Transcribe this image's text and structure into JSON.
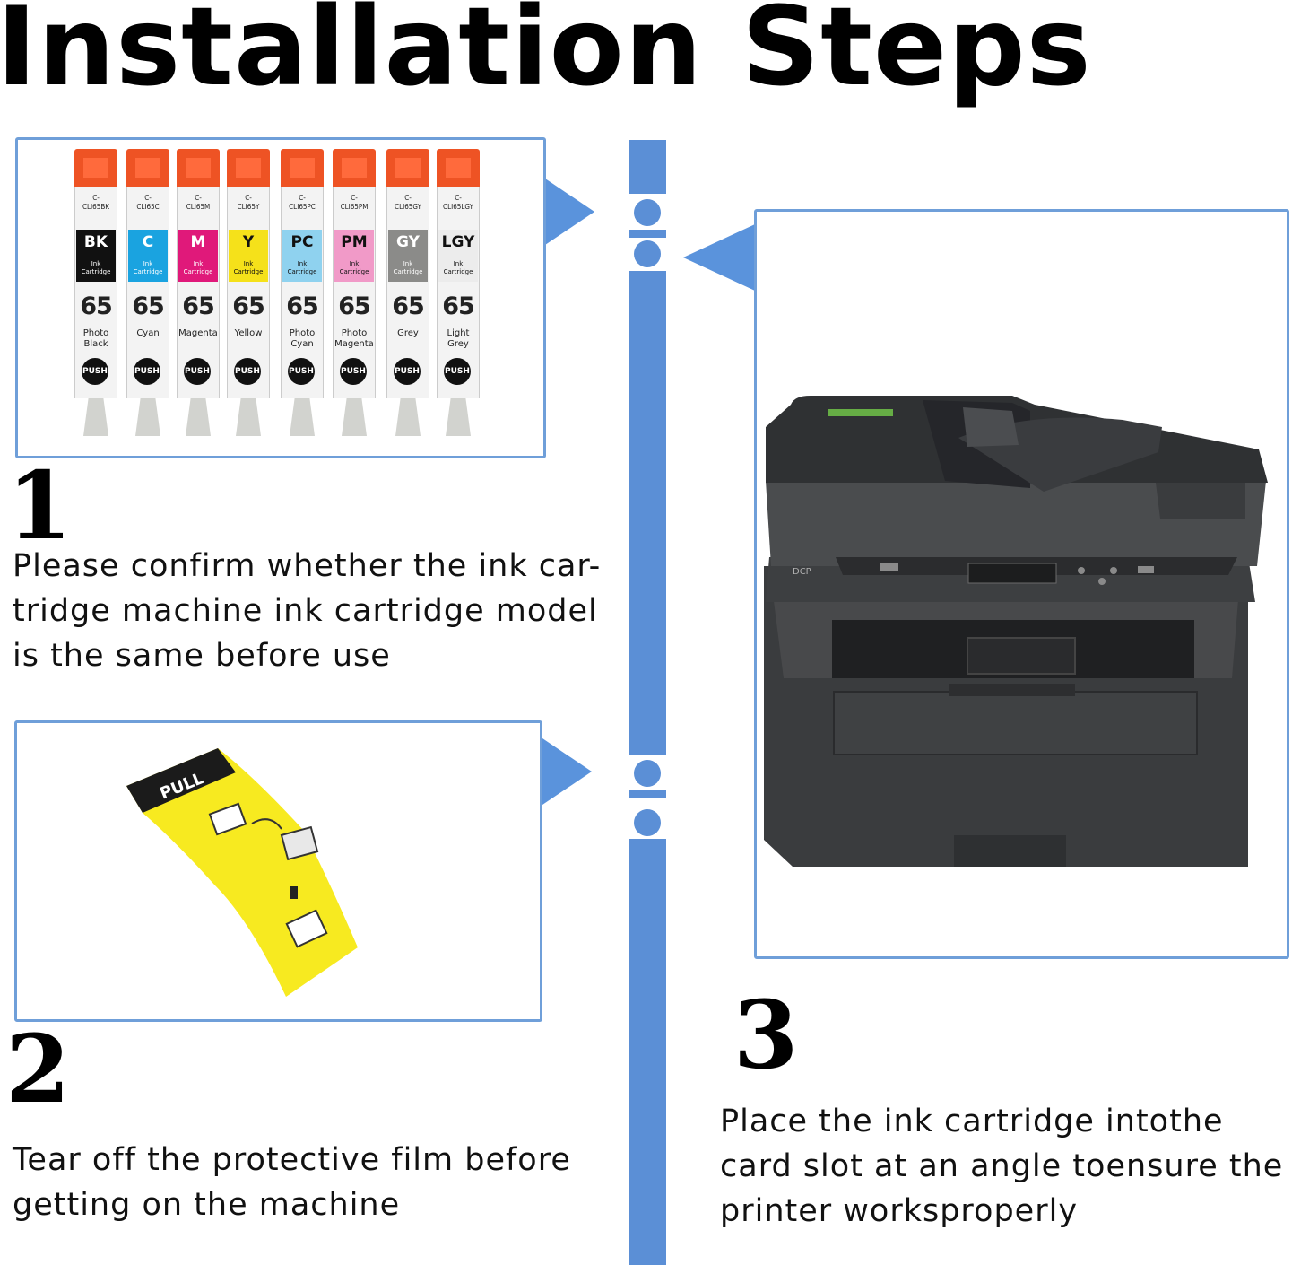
{
  "title": "Installation Steps",
  "steps": [
    {
      "number": "1",
      "text_lines": [
        "Please confirm whether the ink car-",
        "tridge machine ink cartridge model",
        "is the same before use"
      ]
    },
    {
      "number": "2",
      "text_lines": [
        "Tear off the protective film before",
        "getting on the machine"
      ]
    },
    {
      "number": "3",
      "text_lines": [
        "Place the ink cartridge intothe",
        "card slot at an angle toensure the",
        "printer worksproperly"
      ]
    }
  ],
  "cartridges": [
    {
      "model": "C-\nCLI65BK",
      "code": "BK",
      "label": "Ink\nCartridge",
      "number": "65",
      "name": "Photo\nBlack",
      "push": "PUSH",
      "band_color": "#111111",
      "code_color": "#ffffff"
    },
    {
      "model": "C-\nCLI65C",
      "code": "C",
      "label": "Ink\nCartridge",
      "number": "65",
      "name": "Cyan",
      "push": "PUSH",
      "band_color": "#1aa3e0",
      "code_color": "#ffffff"
    },
    {
      "model": "C-\nCLI65M",
      "code": "M",
      "label": "Ink\nCartridge",
      "number": "65",
      "name": "Magenta",
      "push": "PUSH",
      "band_color": "#e0197a",
      "code_color": "#ffffff"
    },
    {
      "model": "C-\nCLI65Y",
      "code": "Y",
      "label": "Ink\nCartridge",
      "number": "65",
      "name": "Yellow",
      "push": "PUSH",
      "band_color": "#f5e11a",
      "code_color": "#111111"
    },
    {
      "model": "C-\nCLI65PC",
      "code": "PC",
      "label": "Ink\nCartridge",
      "number": "65",
      "name": "Photo\nCyan",
      "push": "PUSH",
      "band_color": "#8fd2ef",
      "code_color": "#111111"
    },
    {
      "model": "C-\nCLI65PM",
      "code": "PM",
      "label": "Ink\nCartridge",
      "number": "65",
      "name": "Photo\nMagenta",
      "push": "PUSH",
      "band_color": "#f19ac8",
      "code_color": "#111111"
    },
    {
      "model": "C-\nCLI65GY",
      "code": "GY",
      "label": "Ink\nCartridge",
      "number": "65",
      "name": "Grey",
      "push": "PUSH",
      "band_color": "#8b8b89",
      "code_color": "#ffffff"
    },
    {
      "model": "C-\nCLI65LGY",
      "code": "LGY",
      "label": "Ink\nCartridge",
      "number": "65",
      "name": "Light\nGrey",
      "push": "PUSH",
      "band_color": "#ececec",
      "code_color": "#111111"
    }
  ],
  "film_label": "PULL",
  "printer_label": "DCP",
  "colors": {
    "accent": "#5b8fd6",
    "panel_border": "#6f9fd9",
    "film": "#f7ea20"
  }
}
